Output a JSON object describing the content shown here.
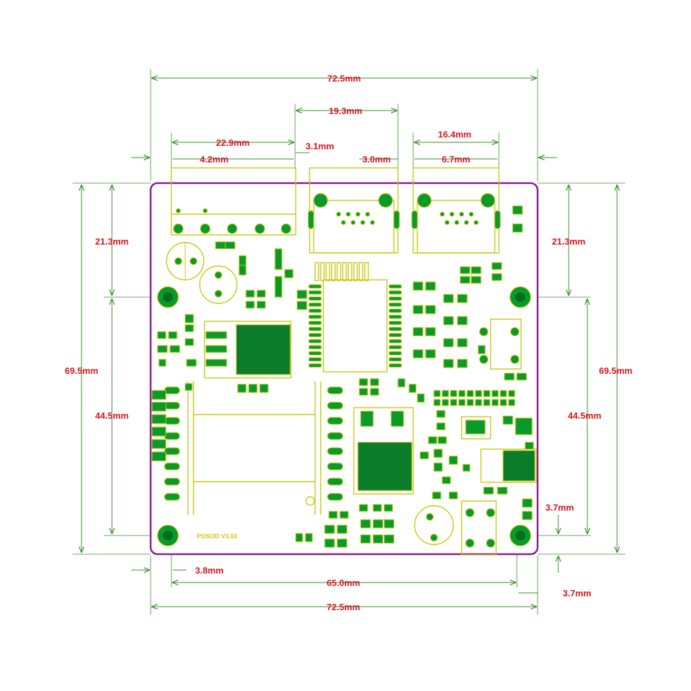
{
  "dimensions": {
    "top_width": "72.5mm",
    "top_span_19": "19.3mm",
    "top_span_22": "22.9mm",
    "top_span_4_2": "4.2mm",
    "top_span_3_1": "3.1mm",
    "top_span_3_0": "3.0mm",
    "top_span_16_4": "16.4mm",
    "top_span_6_7": "6.7mm",
    "left_height": "69.5mm",
    "left_upper": "21.3mm",
    "left_lower": "44.5mm",
    "right_height": "69.5mm",
    "right_upper": "21.3mm",
    "right_lower": "44.5mm",
    "right_small": "3.7mm",
    "bottom_left_small": "3.8mm",
    "bottom_span": "65.0mm",
    "bottom_width": "72.5mm",
    "bottom_right_small": "3.7mm"
  },
  "board": {
    "silk_label": "POSOD V3.02",
    "outline_color": "#8a1a8a",
    "pad_color": "#0a9a2a",
    "silk_color": "#c8c810",
    "dimension_color": "#d8141c"
  }
}
